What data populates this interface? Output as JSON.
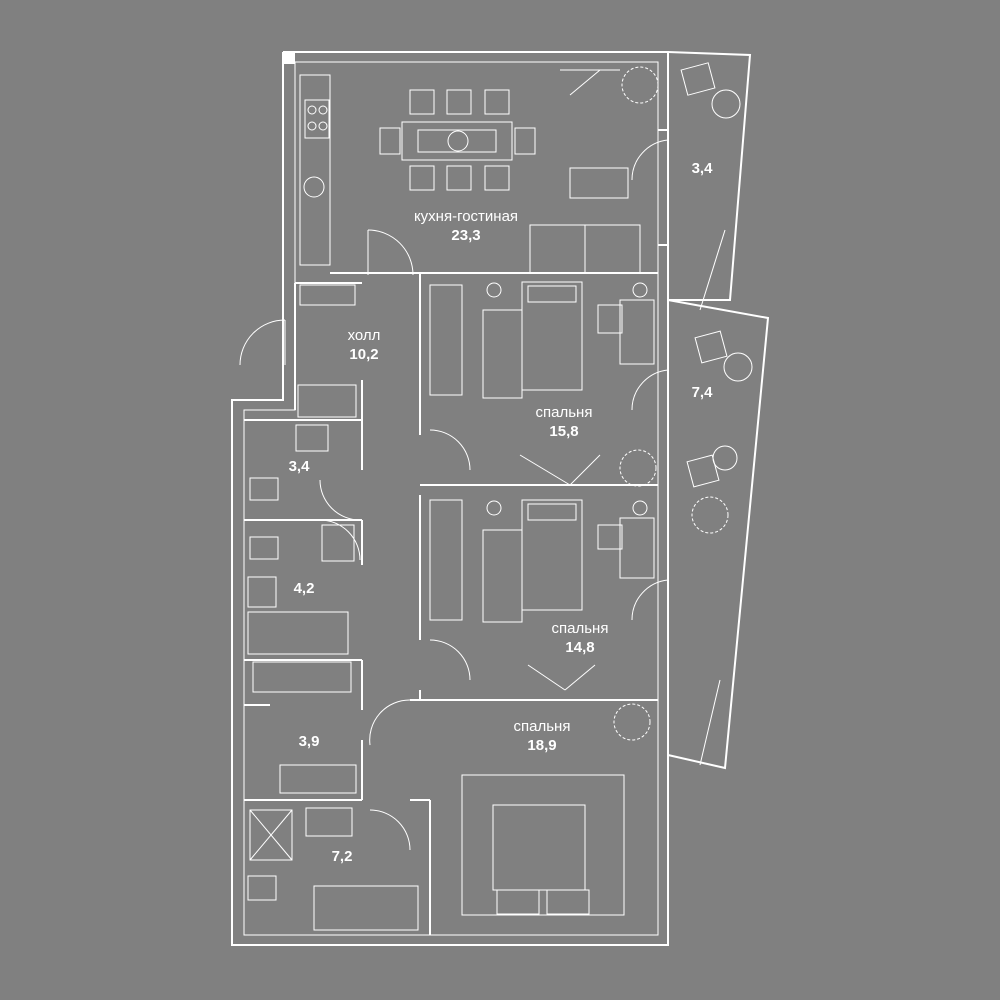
{
  "rooms": {
    "kitchen": {
      "name": "кухня-гостиная",
      "area": "23,3"
    },
    "hall": {
      "name": "холл",
      "area": "10,2"
    },
    "bedroom1": {
      "name": "спальня",
      "area": "15,8"
    },
    "bedroom2": {
      "name": "спальня",
      "area": "14,8"
    },
    "bedroom3": {
      "name": "спальня",
      "area": "18,9"
    },
    "bath1": {
      "area": "3,4"
    },
    "bath2": {
      "area": "4,2"
    },
    "wardrobe": {
      "area": "3,9"
    },
    "bath3": {
      "area": "7,2"
    },
    "balcony1": {
      "area": "3,4"
    },
    "balcony2": {
      "area": "7,4"
    }
  }
}
